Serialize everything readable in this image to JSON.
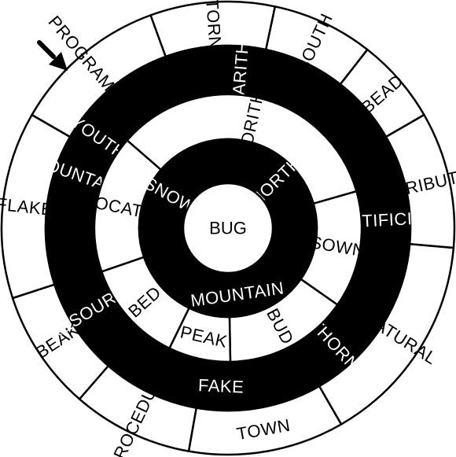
{
  "puzzle": {
    "center_word": "BUG",
    "start_marker": "arrow-icon",
    "colors": {
      "ink": "#000000",
      "paper": "#ffffff"
    },
    "rings": [
      {
        "name": "outer",
        "fill": "white",
        "segments": [
          {
            "word": "TORN"
          },
          {
            "word": "SOUTH"
          },
          {
            "word": "BEAD"
          },
          {
            "word": "DISTRIBUTION"
          },
          {
            "word": "NATURAL"
          },
          {
            "word": "TOWN"
          },
          {
            "word": "PROCEDURAL"
          },
          {
            "word": "BEAK"
          },
          {
            "word": "FLAKE"
          },
          {
            "word": "PROGRAMMING"
          }
        ]
      },
      {
        "name": "second",
        "fill": "black",
        "segments": [
          {
            "word": "LOGARITHMIC"
          },
          {
            "word": "ARTIFICIAL"
          },
          {
            "word": "THORN"
          },
          {
            "word": "FAKE"
          },
          {
            "word": "RESOURCE"
          },
          {
            "word": "FOUNTAIN"
          },
          {
            "word": "YOUTH"
          }
        ]
      },
      {
        "name": "third",
        "fill": "white",
        "segments": [
          {
            "word": "ALGORITHMIC"
          },
          {
            "word": "SOWN"
          },
          {
            "word": "BUD"
          },
          {
            "word": "PEAK"
          },
          {
            "word": "BED"
          },
          {
            "word": "ALLOCATION"
          }
        ]
      },
      {
        "name": "inner",
        "fill": "black",
        "segments": [
          {
            "word": "NORTH"
          },
          {
            "word": "MOUNTAIN"
          },
          {
            "word": "SNOW"
          }
        ]
      }
    ]
  }
}
